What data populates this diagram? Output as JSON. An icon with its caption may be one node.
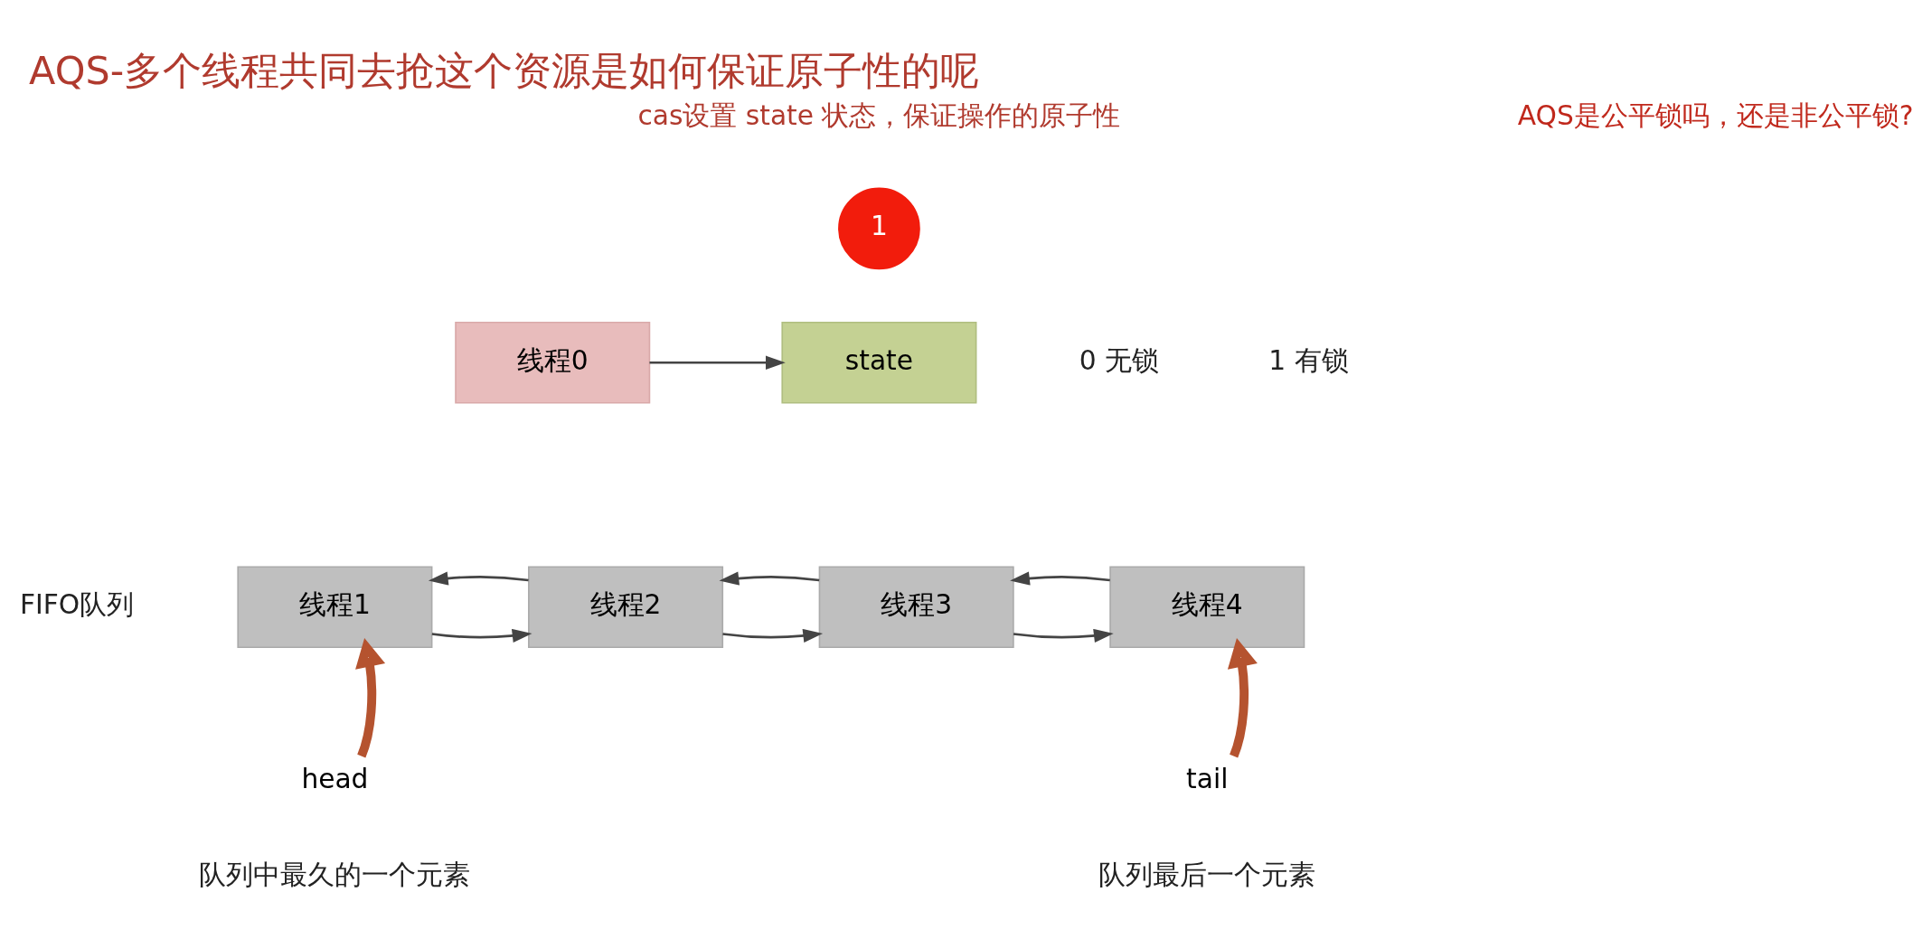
{
  "diagram": {
    "title": "AQS-多个线程共同去抢这个资源是如何保证原子性的呢",
    "nodes": [
      {
        "text": [
          "线程0"
        ]
      },
      {
        "text": [
          "state"
        ]
      },
      {
        "text": [
          "1"
        ]
      },
      {
        "text": [
          "线程1"
        ]
      },
      {
        "text": [
          "线程2"
        ]
      },
      {
        "text": [
          "线程3"
        ]
      },
      {
        "text": [
          "线程4"
        ]
      },
      {
        "text": [
          "head"
        ]
      },
      {
        "text": [
          "tail"
        ]
      }
    ],
    "edges": [
      {
        "from": 0,
        "to": 1,
        "arrow": "to"
      },
      {
        "from": 3,
        "to": 4,
        "arrow": "to"
      },
      {
        "from": 4,
        "to": 3,
        "arrow": "to"
      },
      {
        "from": 4,
        "to": 5,
        "arrow": "to"
      },
      {
        "from": 5,
        "to": 4,
        "arrow": "to"
      },
      {
        "from": 5,
        "to": 6,
        "arrow": "to"
      },
      {
        "from": 6,
        "to": 5,
        "arrow": "to"
      },
      {
        "from": 7,
        "to": 3,
        "arrow": "to",
        "style": "thick",
        "color": "#b5532f"
      },
      {
        "from": 8,
        "to": 6,
        "arrow": "to",
        "style": "thick",
        "color": "#b5532f"
      }
    ],
    "labels": [
      "cas设置 state 状态，保证操作的原子性",
      "AQS是公平锁吗，还是非公平锁?",
      "0 无锁",
      "1 有锁",
      "FIFO队列",
      "队列中最久的一个元素",
      "队列最后一个元素"
    ]
  }
}
